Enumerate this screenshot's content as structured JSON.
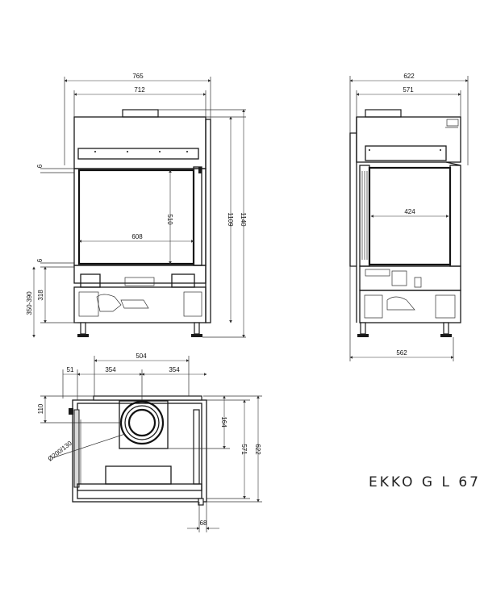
{
  "title": "EKKO G L 67",
  "front_view": {
    "width_overall": "765",
    "width_body": "712",
    "height_body": "1109",
    "height_overall": "1140",
    "glass_width": "608",
    "glass_height": "510",
    "top_offset": "6",
    "bottom_offset": "6",
    "base_height": "318",
    "leg_range": "350-390"
  },
  "side_view": {
    "width_overall": "622",
    "width_body": "571",
    "glass_depth": "424",
    "base_depth": "562"
  },
  "top_view": {
    "width_inner": "504",
    "left_offset": "51",
    "half_left": "354",
    "half_right": "354",
    "flue_offset": "110",
    "flue_depth": "164",
    "depth_body": "571",
    "depth_overall": "622",
    "side_offset": "68",
    "flue_diameter": "Ø200/130"
  }
}
